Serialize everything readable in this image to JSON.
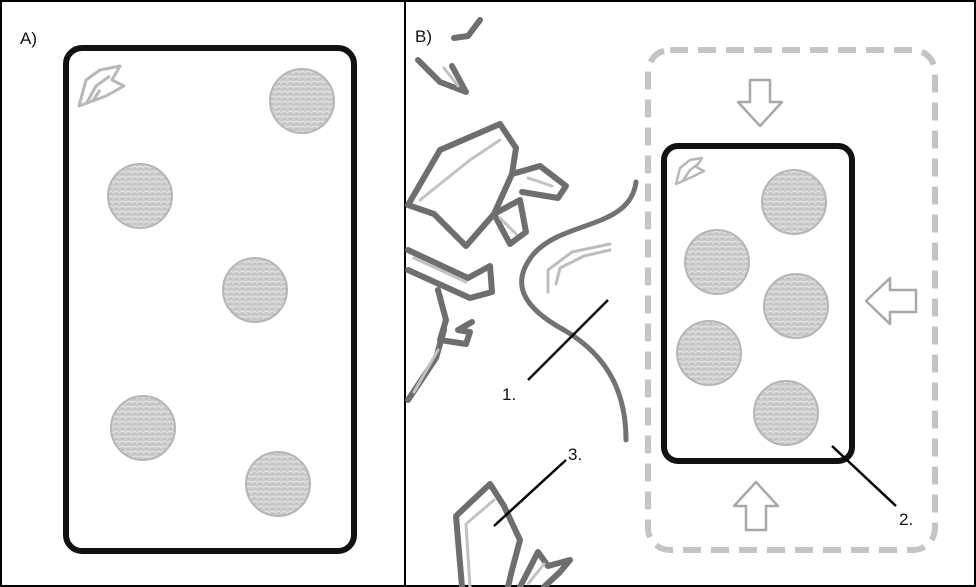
{
  "panels": {
    "a": {
      "label": "A)"
    },
    "b": {
      "label": "B)"
    }
  },
  "callouts": {
    "one": "1.",
    "two": "2.",
    "three": "3."
  },
  "colors": {
    "frame": "#000000",
    "card_outline": "#111111",
    "pip_fill": "#c8c8c8",
    "pip_edge": "#b4b4b4",
    "dashed_border": "#c4c4c4",
    "arrow": "#a8a8a8",
    "sketch_dark": "#707070",
    "sketch_light": "#bdbdbd"
  },
  "icons": {
    "card_corner_mark": "leaf-icon",
    "pips": "circle-pip-icon",
    "arrows": [
      "arrow-down-icon",
      "arrow-left-icon",
      "arrow-up-icon"
    ]
  }
}
